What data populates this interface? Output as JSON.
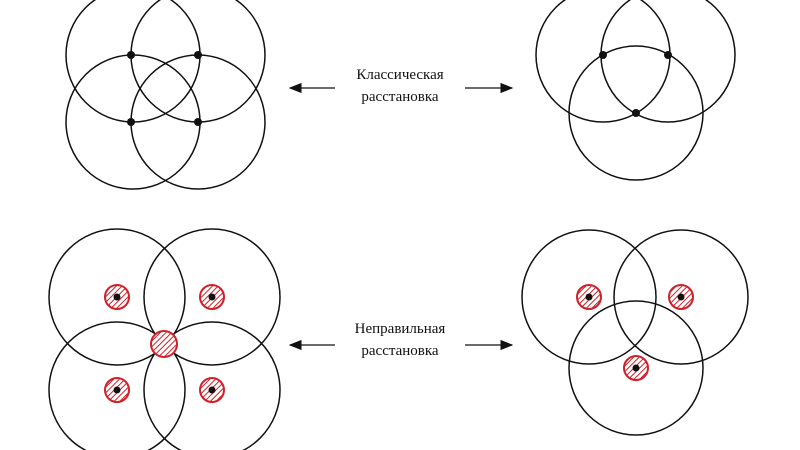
{
  "captions": {
    "classic": {
      "line1": "Классическая",
      "line2": "расстановка"
    },
    "wrong": {
      "line1": "Неправильная",
      "line2": "расстановка"
    }
  },
  "colors": {
    "stroke": "#111111",
    "dot": "#111111",
    "hatch": "#d0202a",
    "background": "#ffffff"
  },
  "legend_markers": {
    "intersection_point": "black-dot",
    "wrong_spot": "red-hatched-circle"
  }
}
